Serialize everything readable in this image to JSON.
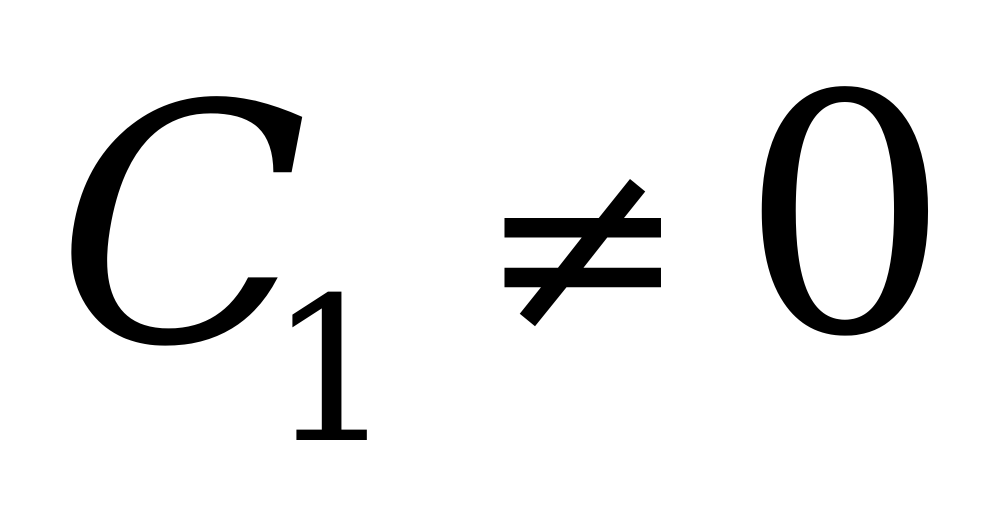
{
  "formula": {
    "variable": "C",
    "subscript": "1",
    "relation": "≠",
    "value": "0"
  }
}
